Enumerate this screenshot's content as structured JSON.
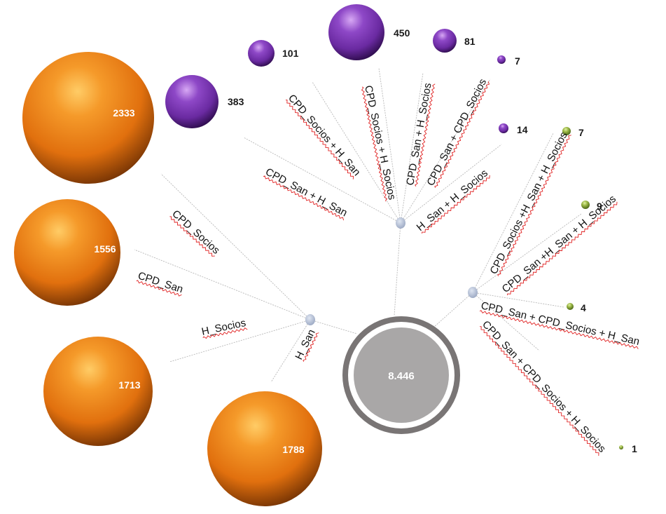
{
  "center": {
    "value": "8.446"
  },
  "groups": [
    {
      "id": "singles",
      "color": "orange",
      "items": [
        {
          "label": "CPD_Socios",
          "value": "1556"
        },
        {
          "label": "CPD_San",
          "value": "2333"
        },
        {
          "label": "H_Socios",
          "value": "1713"
        },
        {
          "label": "H_San",
          "value": "1788"
        }
      ]
    },
    {
      "id": "pairs",
      "color": "purple",
      "items": [
        {
          "label": "CPD_San + H_San",
          "value": "383"
        },
        {
          "label": "CPD_Socios + H_San",
          "value": "101"
        },
        {
          "label": "CPD_Socios + H_Socios",
          "value": "450"
        },
        {
          "label": "CPD_San + H_Socios",
          "value": "81"
        },
        {
          "label": "CPD_San + CPD_Socios",
          "value": "7"
        },
        {
          "label": "H_San + H_Socios",
          "value": "14"
        }
      ]
    },
    {
      "id": "triples",
      "color": "green",
      "items": [
        {
          "label": "CPD_Socios +H_San + H_Socios",
          "value": "7"
        },
        {
          "label": "CPD_San +H_San + H_Socios",
          "value": "9"
        },
        {
          "label": "CPD_San + CPD_Socios + H_San",
          "value": "4"
        },
        {
          "label": "CPD_San + CPD_Socios + H_Socios",
          "value": "1"
        }
      ]
    }
  ],
  "colors": {
    "orange": "#e8720e",
    "purple": "#7a35b0",
    "green": "#8da83a",
    "hub": "#b7c3da",
    "center_fill": "#a9a7a7",
    "center_ring": "#7a7676"
  }
}
